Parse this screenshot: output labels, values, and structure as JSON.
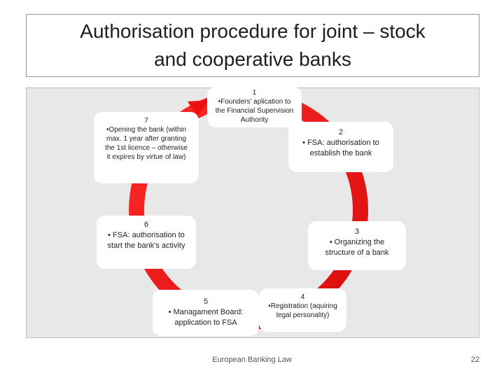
{
  "title": "Authorisation procedure for joint – stock\nand cooperative banks",
  "steps": [
    {
      "number": "1",
      "text": "•Founders' aplication to\nthe Financial Supervision\nAuthority"
    },
    {
      "number": "2",
      "text": "• FSA: authorisation to\nestablish the bank"
    },
    {
      "number": "3",
      "text": "• Organizing the\nstructure of a bank"
    },
    {
      "number": "4",
      "text": "•Registration (aquiring\nlegal personality)"
    },
    {
      "number": "5",
      "text": "• Managament Board:\napplication to FSA"
    },
    {
      "number": "6",
      "text": "• FSA: authorisation to\nstart the bank's activity"
    },
    {
      "number": "7",
      "text": "•Opening the bank (within\nmax. 1 year after granting\nthe 1st licence – otherwise\nit expires by virtue of law)"
    }
  ],
  "colors": {
    "cycle_arrow": "#ee1111",
    "panel": "#e8e8e8",
    "box": "#ffffff"
  },
  "footer": {
    "label": "European Banking Law",
    "page_number": "22"
  }
}
